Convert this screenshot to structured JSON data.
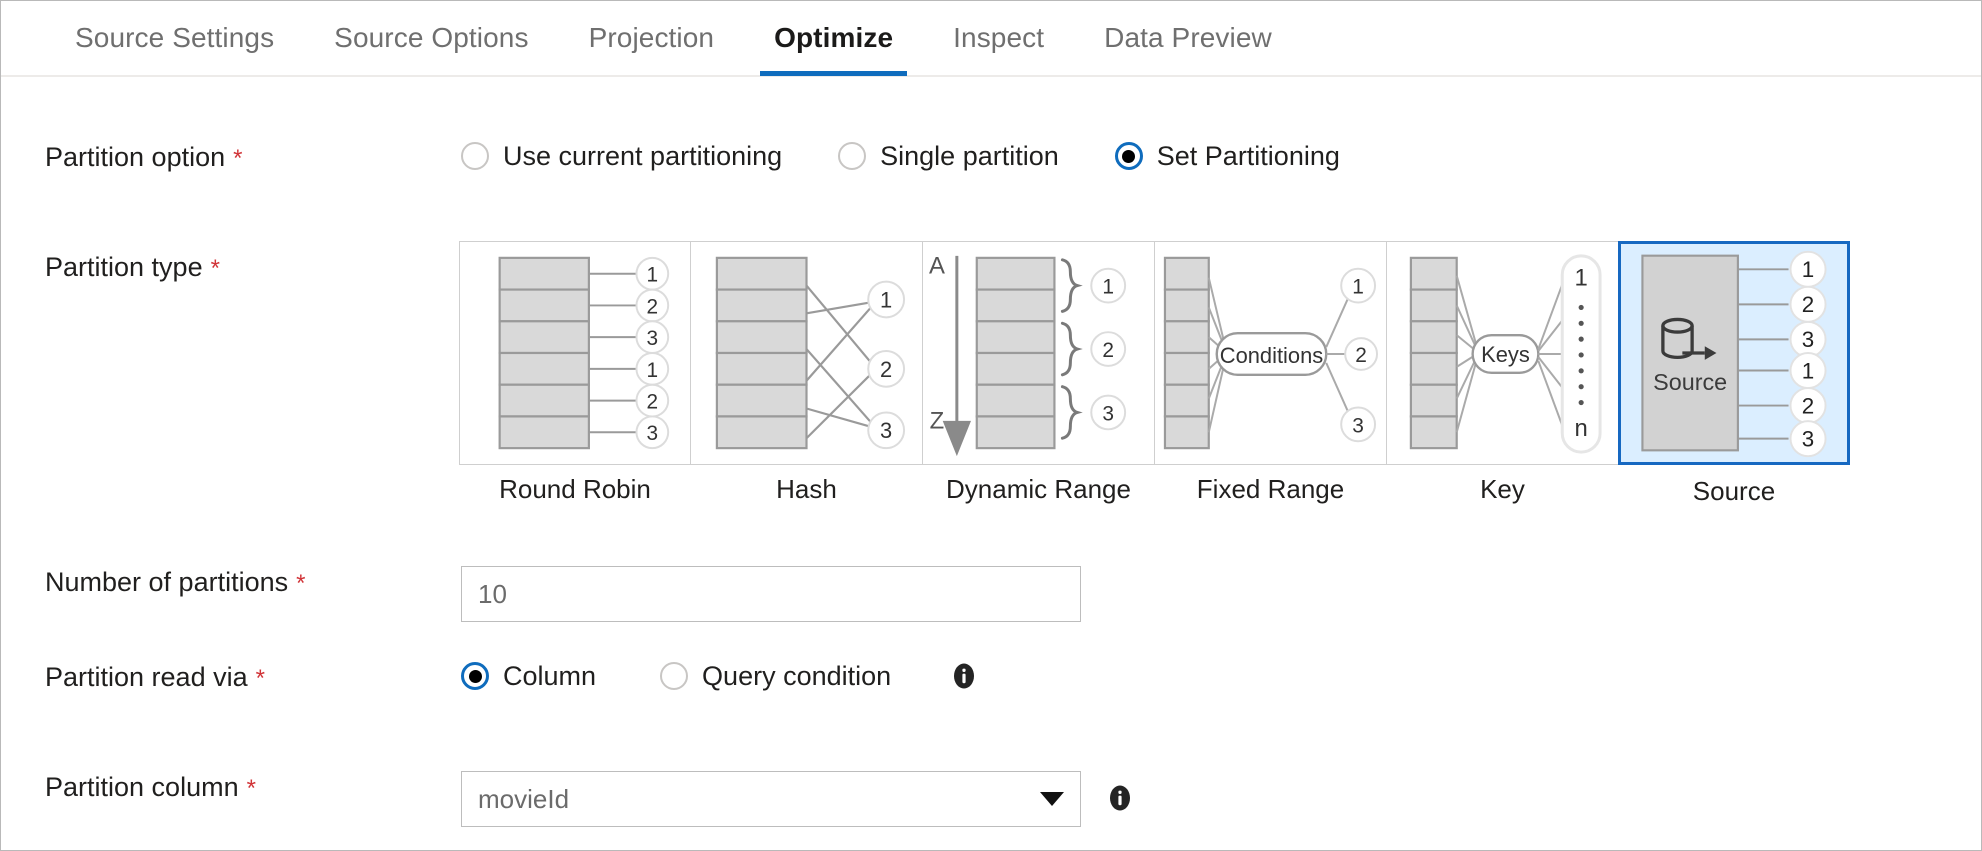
{
  "tabs": [
    {
      "label": "Source Settings",
      "active": false
    },
    {
      "label": "Source Options",
      "active": false
    },
    {
      "label": "Projection",
      "active": false
    },
    {
      "label": "Optimize",
      "active": true
    },
    {
      "label": "Inspect",
      "active": false
    },
    {
      "label": "Data Preview",
      "active": false
    }
  ],
  "accent_color": "#0f6cbd",
  "selection_color": "#1668c1",
  "selection_fill": "#dbeeff",
  "required_marker": "*",
  "partition_option": {
    "label": "Partition option",
    "required": true,
    "options": [
      {
        "label": "Use current partitioning",
        "checked": false
      },
      {
        "label": "Single partition",
        "checked": false
      },
      {
        "label": "Set Partitioning",
        "checked": true
      }
    ]
  },
  "partition_type": {
    "label": "Partition type",
    "required": true,
    "cards": [
      {
        "name": "round-robin",
        "caption": "Round Robin",
        "selected": false,
        "circles": [
          "1",
          "2",
          "3",
          "1",
          "2",
          "3"
        ]
      },
      {
        "name": "hash",
        "caption": "Hash",
        "selected": false,
        "circles": [
          "1",
          "2",
          "3"
        ]
      },
      {
        "name": "dynamic-range",
        "caption": "Dynamic Range",
        "selected": false,
        "circles": [
          "1",
          "2",
          "3"
        ],
        "axis_start": "A",
        "axis_end": "Z"
      },
      {
        "name": "fixed-range",
        "caption": "Fixed Range",
        "selected": false,
        "circles": [
          "1",
          "2",
          "3"
        ],
        "pill": "Conditions"
      },
      {
        "name": "key",
        "caption": "Key",
        "selected": false,
        "pill": "Keys",
        "capsule_top": "1",
        "capsule_bottom": "n"
      },
      {
        "name": "source",
        "caption": "Source",
        "selected": true,
        "circles": [
          "1",
          "2",
          "3",
          "1",
          "2",
          "3"
        ],
        "icon_label": "Source",
        "icon": "database-export-icon"
      }
    ]
  },
  "number_of_partitions": {
    "label": "Number of partitions",
    "required": true,
    "value": "10",
    "placeholder": "10"
  },
  "partition_read_via": {
    "label": "Partition read via",
    "required": true,
    "options": [
      {
        "label": "Column",
        "checked": true
      },
      {
        "label": "Query condition",
        "checked": false
      }
    ],
    "info": "info-icon"
  },
  "partition_column": {
    "label": "Partition column",
    "required": true,
    "value": "movieId",
    "placeholder": "movieId",
    "info": "info-icon"
  }
}
